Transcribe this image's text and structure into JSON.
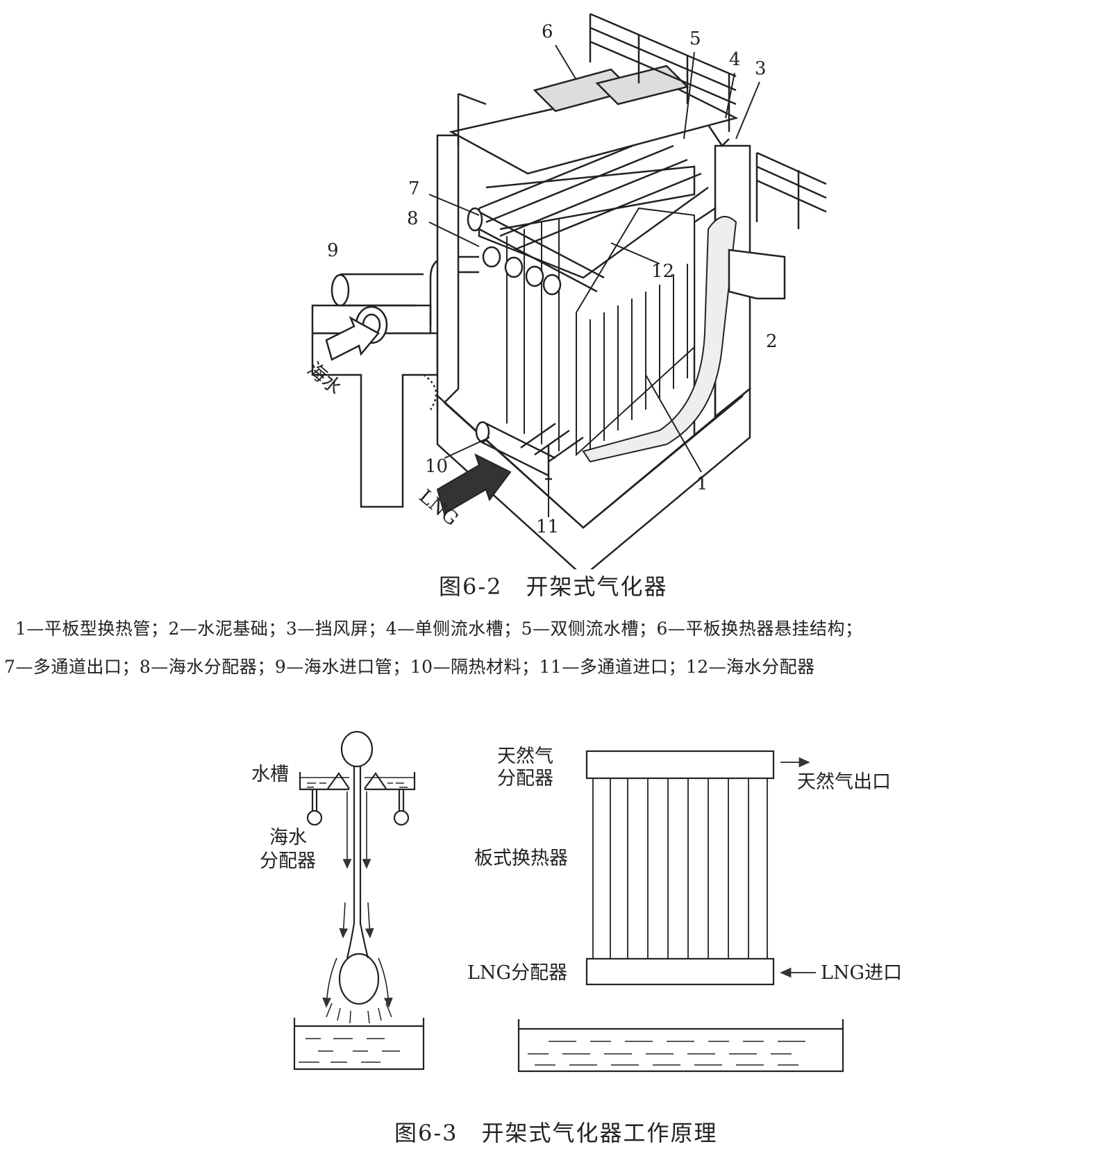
{
  "figure_6_2": {
    "caption": "图6-2　开架式气化器",
    "callouts": [
      "1",
      "2",
      "3",
      "4",
      "5",
      "6",
      "7",
      "8",
      "9",
      "10",
      "11",
      "12"
    ],
    "arrow_labels": {
      "seawater": "海水",
      "lng": "LNG"
    },
    "legend_line1": "1—平板型换热管；2—水泥基础；3—挡风屏；4—单侧流水槽；5—双侧流水槽；6—平板换热器悬挂结构；",
    "legend_line2": "7—多通道出口；8—海水分配器；9—海水进口管；10—隔热材料；11—多通道进口；12—海水分配器"
  },
  "figure_6_3": {
    "caption": "图6-3　开架式气化器工作原理",
    "trough_label": "水槽",
    "seawater_distributor_label_1": "海水",
    "seawater_distributor_label_2": "分配器",
    "ng_distributor_label_1": "天然气",
    "ng_distributor_label_2": "分配器",
    "ng_outlet_label": "天然气出口",
    "plate_exchanger_label": "板式换热器",
    "lng_distributor_label": "LNG分配器",
    "lng_inlet_label": "LNG进口"
  },
  "colors": {
    "ink": "#222222",
    "paper": "#ffffff",
    "arrow_fill": "#333333"
  }
}
